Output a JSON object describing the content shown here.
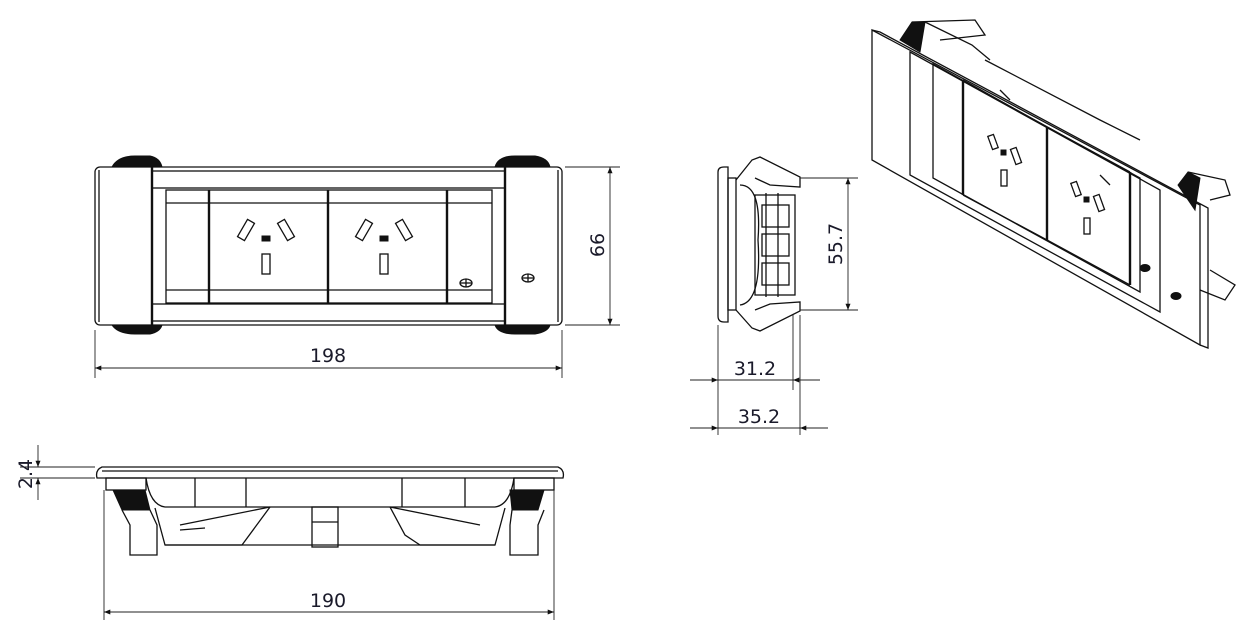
{
  "drawing": {
    "views": [
      "front",
      "bottom",
      "side",
      "isometric"
    ],
    "dimensions": {
      "front_width": "198",
      "front_height": "66",
      "bottom_thickness": "2.4",
      "bottom_width": "190",
      "side_height": "55.7",
      "side_depth_inner": "31.2",
      "side_depth_outer": "35.2"
    },
    "outlets": 2,
    "line_color": "#111111",
    "text_color": "#1a1a2a"
  }
}
